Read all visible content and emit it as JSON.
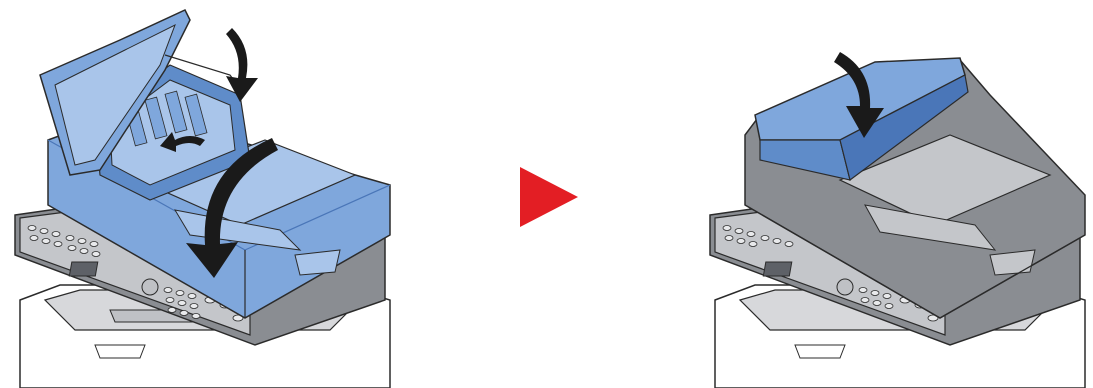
{
  "figure": {
    "colors": {
      "background": "#ffffff",
      "cover_blue": "#7fa7dc",
      "cover_blue_light": "#a9c5ea",
      "cover_blue_dark": "#4a76b8",
      "outline_dark": "#2b2b2b",
      "body_gray": "#8a8d92",
      "body_gray_light": "#c4c6ca",
      "body_gray_dark": "#5e6167",
      "arrow_red": "#e31e24",
      "motion_arrow": "#1a1a1a"
    },
    "panels": [
      {
        "state": "document-processor-open",
        "motion": [
          "close-inner-cover",
          "close-top-cover"
        ]
      },
      {
        "state": "document-processor-closed",
        "motion": [
          "press-top-cover-down"
        ]
      }
    ],
    "transition_icon": "right-pointing-triangle-icon"
  }
}
